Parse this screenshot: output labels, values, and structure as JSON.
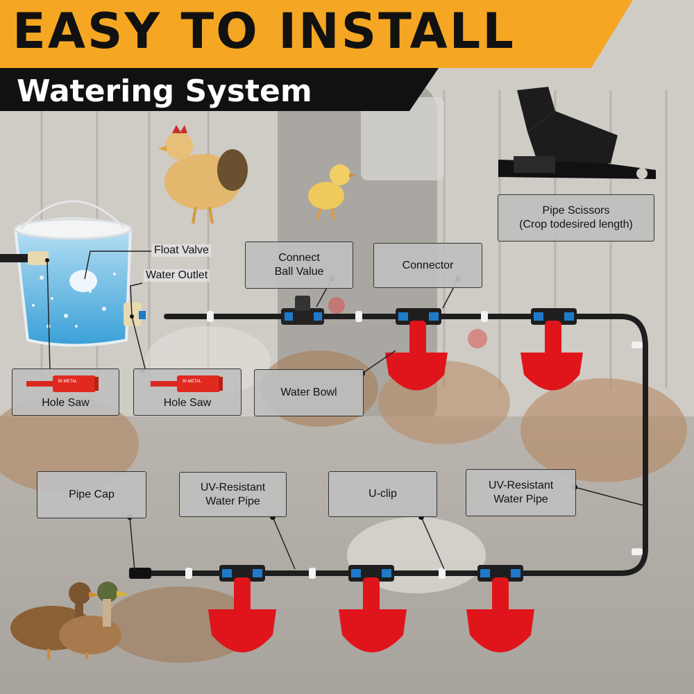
{
  "header": {
    "title": "EASY TO INSTALL",
    "subtitle": "Watering System"
  },
  "labels": {
    "float_valve": "Float Valve",
    "water_outlet": "Water Outlet",
    "connect_ball_value_1": "Connect",
    "connect_ball_value_2": "Ball Value",
    "connector": "Connector",
    "pipe_scissors_1": "Pipe Scissors",
    "pipe_scissors_2": "(Crop todesired length)",
    "hole_saw_left": "Hole Saw",
    "hole_saw_right": "Hole Saw",
    "water_bowl": "Water Bowl",
    "pipe_cap": "Pipe Cap",
    "uv_pipe_left_1": "UV-Resistant",
    "uv_pipe_left_2": "Water Pipe",
    "u_clip": "U-clip",
    "uv_pipe_right_1": "UV-Resistant",
    "uv_pipe_right_2": "Water Pipe",
    "hole_saw_engraving": "BI-METAL"
  },
  "colors": {
    "banner_orange": "#f5a623",
    "banner_black": "#111111",
    "bowl_red": "#e0141b",
    "pipe_black": "#1e1e1e",
    "fitting_blue": "#1f7ac9"
  }
}
